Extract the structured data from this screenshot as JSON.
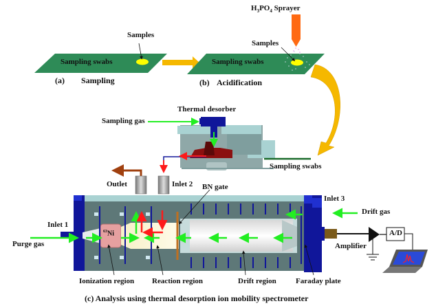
{
  "step_a": {
    "tag": "(a)",
    "title": "Sampling",
    "swab_label": "Sampling swabs",
    "sample_label": "Samples"
  },
  "step_b": {
    "tag": "(b)",
    "title": "Acidification",
    "swab_label": "Sampling swabs",
    "sample_label": "Samples",
    "sprayer_label_prefix": "H",
    "sprayer_sub1": "3",
    "sprayer_mid": "PO",
    "sprayer_sub2": "4",
    "sprayer_suffix": " Sprayer"
  },
  "desorber": {
    "title": "Thermal desorber",
    "gas_label": "Sampling gas",
    "swab_label": "Sampling swabs"
  },
  "spectrometer": {
    "outlet": "Outlet",
    "inlet1": "Inlet 1",
    "inlet2": "Inlet 2",
    "inlet3": "Inlet 3",
    "bn_gate": "BN gate",
    "purge_gas": "Purge gas",
    "drift_gas": "Drift gas",
    "source_sup": "63",
    "source": "Ni",
    "amplifier": "Amplifier",
    "adc": "A/D",
    "regions": [
      "Ionization region",
      "Reaction region",
      "Drift region",
      "Faraday plate"
    ]
  },
  "caption": "(c) Analysis using thermal desorption ion mobility spectrometer",
  "colors": {
    "swab_green": "#2e8b57",
    "sample_yellow": "#ffff00",
    "flow_arrow": "#f5b800",
    "sprayer": "#ff6a13",
    "gas_arrow": "#22ee22",
    "ion_arrow": "#ff1a1a",
    "outlet_arrow": "#a0400f",
    "body_gray": "#5e7878",
    "body_light": "#a9d2d2",
    "flange_blue": "#10169a"
  }
}
